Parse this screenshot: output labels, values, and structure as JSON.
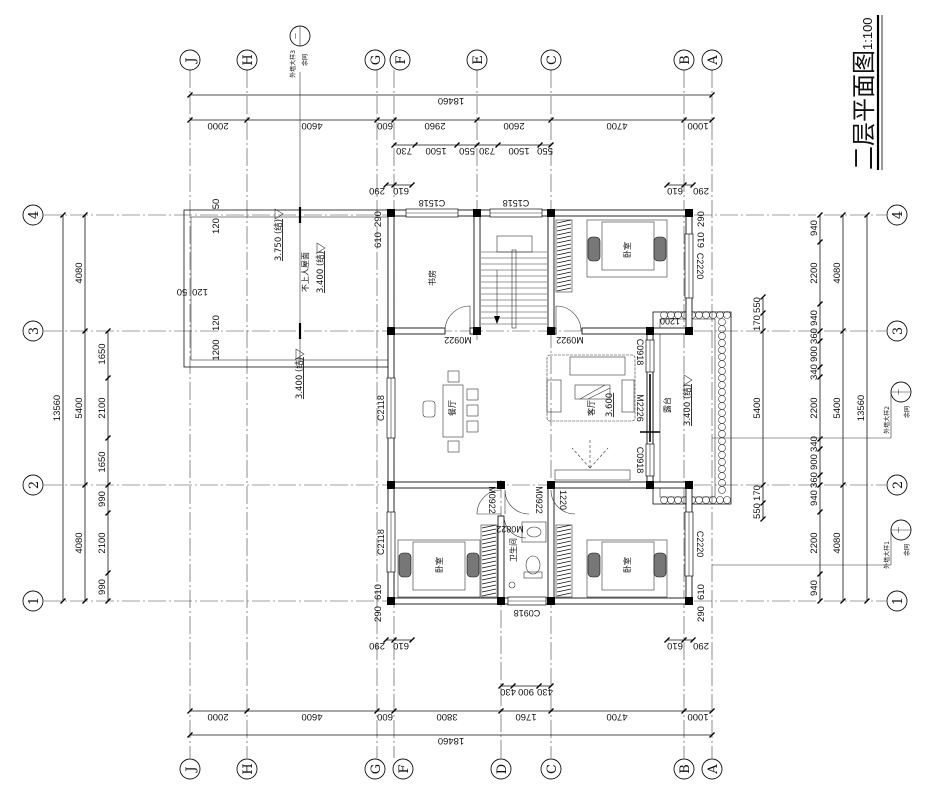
{
  "title": {
    "main": "二层平面图",
    "scale": "1:100"
  },
  "axes": {
    "columns": {
      "J": "J",
      "H": "H",
      "G": "G",
      "F": "F",
      "E": "E",
      "D": "D",
      "C": "C",
      "B": "B",
      "A": "A"
    },
    "rows": {
      "r1": "1",
      "r2": "2",
      "r3": "3",
      "r4": "4"
    }
  },
  "dimensions": {
    "top": {
      "overall": "18460",
      "chain": [
        "2000",
        "4600",
        "600",
        "2960",
        "2600",
        "4700",
        "1000"
      ],
      "windows": [
        "730",
        "1500",
        "550",
        "730",
        "1500",
        "550"
      ],
      "wall_left": [
        "290",
        "610"
      ],
      "wall_right": [
        "610",
        "290"
      ]
    },
    "bottom": {
      "overall": "18460",
      "chain": [
        "2000",
        "4600",
        "600",
        "3800",
        "1760",
        "4700",
        "1000"
      ],
      "window": [
        "430",
        "900",
        "430"
      ],
      "wall_left": [
        "290",
        "610"
      ],
      "wall_right": [
        "610",
        "290"
      ]
    },
    "left": {
      "overall": "13560",
      "chain": [
        "4080",
        "5400",
        "4080"
      ],
      "detail": [
        "1650",
        "2100",
        "1650",
        "990",
        "2100",
        "990"
      ],
      "wall": [
        "290",
        "610",
        "610",
        "290"
      ]
    },
    "right": {
      "overall": "13560",
      "chain": [
        "4080",
        "5400",
        "4080"
      ],
      "balcony": [
        "550",
        "170",
        "5400",
        "170",
        "550"
      ],
      "detail": [
        "940",
        "2200",
        "940",
        "360",
        "900",
        "340",
        "2200",
        "340",
        "900",
        "360",
        "940",
        "2200",
        "940"
      ],
      "wall": [
        "290",
        "610",
        "610",
        "290"
      ]
    },
    "roof": [
      "120",
      "50",
      "120",
      "50",
      "120",
      "1200"
    ]
  },
  "rooms": {
    "study": "书房",
    "bedroom_top_right": "卧室",
    "bedroom_bottom_left": "卧室",
    "bedroom_bottom_right": "卧室",
    "dining": "餐厅",
    "living": "客厅",
    "bathroom": "卫生间",
    "terrace": "露台",
    "roof": "不上人屋面"
  },
  "openings": {
    "c1518_a": "C1518",
    "c1518_b": "C1518",
    "c2118_a": "C2118",
    "c2118_b": "C2118",
    "c2220_a": "C2220",
    "c2220_b": "C2220",
    "c0918_a": "C0918",
    "c0918_b": "C0918",
    "c0918_c": "C0918",
    "m0922_a": "M0922",
    "m0922_b": "M0922",
    "m0922_c": "M0922",
    "m0922_d": "M0922",
    "m0822": "M0822",
    "m2226": "M2226",
    "d1200": "1200",
    "d1220": "1220"
  },
  "elevations": {
    "roof_edge": "3.750 (结)",
    "roof": "3.400 (结)",
    "roof_lower": "3.400 (结)",
    "terrace": "3.400 (结)",
    "living": "3.600"
  },
  "callouts": {
    "detail3": {
      "label": "外墙大样3",
      "num": "一",
      "note": "余同"
    },
    "detail2": {
      "label": "外墙大样2",
      "num": "一",
      "note": "余同"
    },
    "detail1": {
      "label": "外墙大样1",
      "num": "一",
      "note": "余同"
    }
  }
}
